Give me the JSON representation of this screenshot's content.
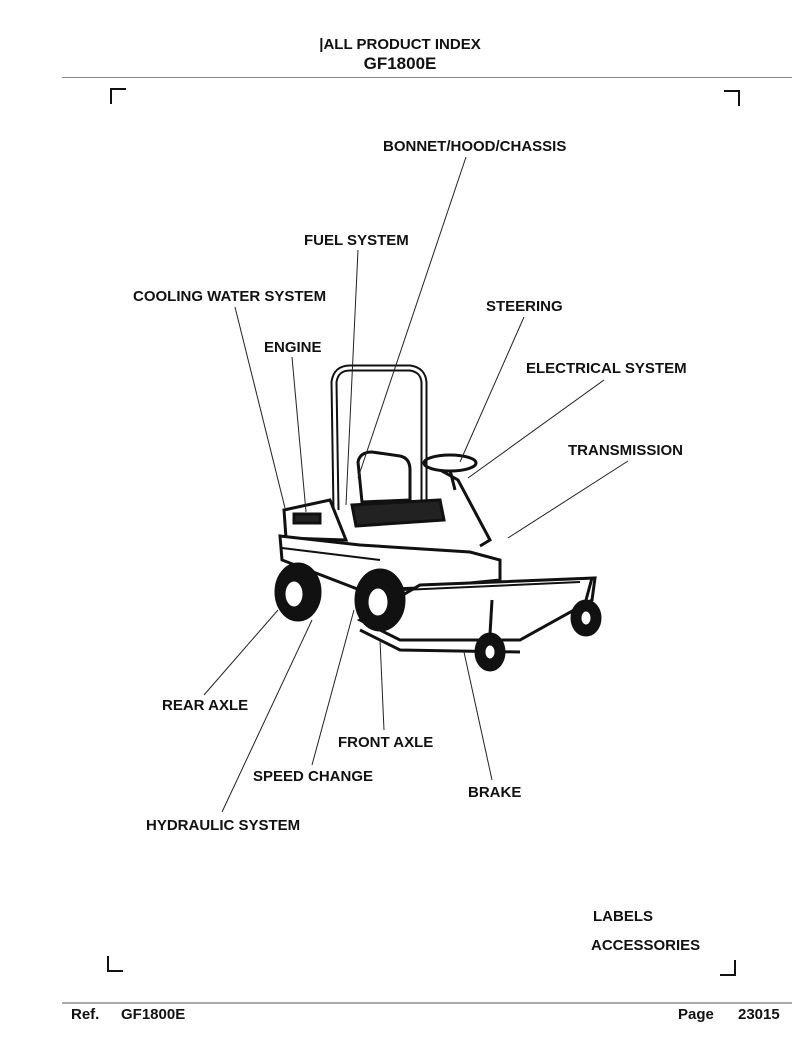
{
  "header": {
    "title": "|ALL PRODUCT INDEX",
    "model": "GF1800E"
  },
  "callouts": {
    "bonnet": "BONNET/HOOD/CHASSIS",
    "fuel": "FUEL SYSTEM",
    "cooling": "COOLING WATER SYSTEM",
    "steering": "STEERING",
    "engine": "ENGINE",
    "electrical": "ELECTRICAL SYSTEM",
    "transmission": "TRANSMISSION",
    "rear_axle": "REAR AXLE",
    "front_axle": "FRONT AXLE",
    "speed_change": "SPEED CHANGE",
    "brake": "BRAKE",
    "hydraulic": "HYDRAULIC SYSTEM",
    "labels": "LABELS",
    "accessories": "ACCESSORIES"
  },
  "footer": {
    "ref_label": "Ref.",
    "ref_model": "GF1800E",
    "page_label": "Page",
    "page_number": "23015"
  }
}
